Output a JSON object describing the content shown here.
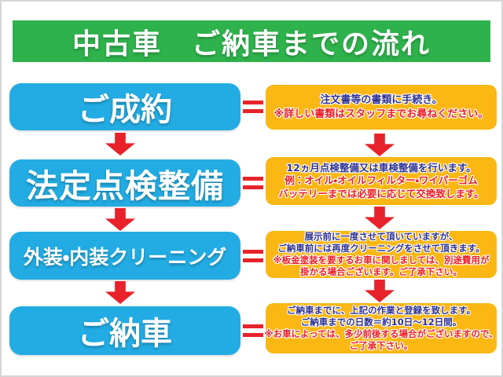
{
  "header": {
    "title": "中古車　ご納車までの流れ"
  },
  "colors": {
    "header_green": "#2eb24c",
    "step_blue": "#22ace3",
    "note_yellow": "#fbb713",
    "accent_red": "#e8222b",
    "note_blue_text": "#2e3192",
    "note_red_text": "#ed1c24"
  },
  "steps": [
    {
      "label": "ご成約",
      "blue_lines": [
        "注文書等の書類に手続き。"
      ],
      "red_lines": [
        "※詳しい書類はスタッフまでお尋ねください。"
      ]
    },
    {
      "label": "法定点検整備",
      "blue_lines": [
        "12ヵ月点検整備又は車検整備を行います。"
      ],
      "red_lines": [
        "例：オイル・オイルフィルター・ワイパーゴム",
        "バッテリーまでは必要に応じて交換致します。"
      ]
    },
    {
      "label": "外装・内装クリーニング",
      "blue_lines": [
        "展示前に一度させて頂いていますが、",
        "ご納車前には再度クリーニングをさせて頂きます。"
      ],
      "red_lines": [
        "※板金塗装を要するお車に関しましては、別途費用が",
        "掛かる場合ございます。ご了承下さい。"
      ]
    },
    {
      "label": "ご納車",
      "blue_lines": [
        "ご納車までに、上記の作業と登録を致します。",
        "ご納車までの日数＝約10日～12日間。"
      ],
      "red_lines": [
        "※お車によっては、多少前後する場合がございますので、",
        "ご了承下さい。"
      ]
    }
  ]
}
